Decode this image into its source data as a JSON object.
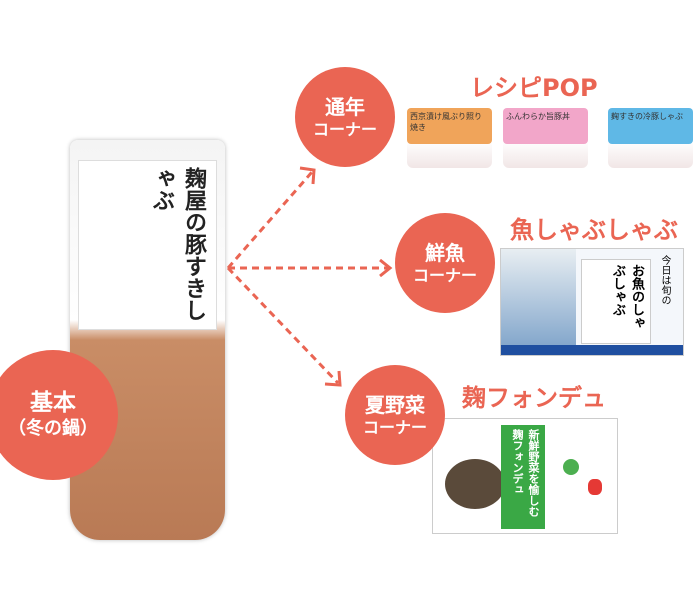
{
  "base": {
    "line1": "基本",
    "line2": "（冬の鍋）"
  },
  "product": {
    "label": "麹屋の豚すきしゃぶ"
  },
  "corners": [
    {
      "line1": "通年",
      "line2": "コーナー",
      "title": "レシピPOP"
    },
    {
      "line1": "鮮魚",
      "line2": "コーナー",
      "title": "魚しゃぶしゃぶ"
    },
    {
      "line1": "夏野菜",
      "line2": "コーナー",
      "title": "麹フォンデュ"
    }
  ],
  "recipes": [
    {
      "text": "西京漬け風ぶり照り焼き",
      "color": "#f0a45a"
    },
    {
      "text": "ふんわらか旨豚丼",
      "color": "#f2a6c9"
    },
    {
      "text": "麹すきの冷豚しゃぶ",
      "color": "#5fb8e6"
    }
  ],
  "fish_pop": {
    "heading": "今日は旬の",
    "main": "お魚のしゃぶしゃぶ"
  },
  "fondue_pop": {
    "main": "新鮮野菜を愉しむ麹フォンデュ"
  },
  "colors": {
    "accent": "#ea6553",
    "green": "#3aa845"
  }
}
